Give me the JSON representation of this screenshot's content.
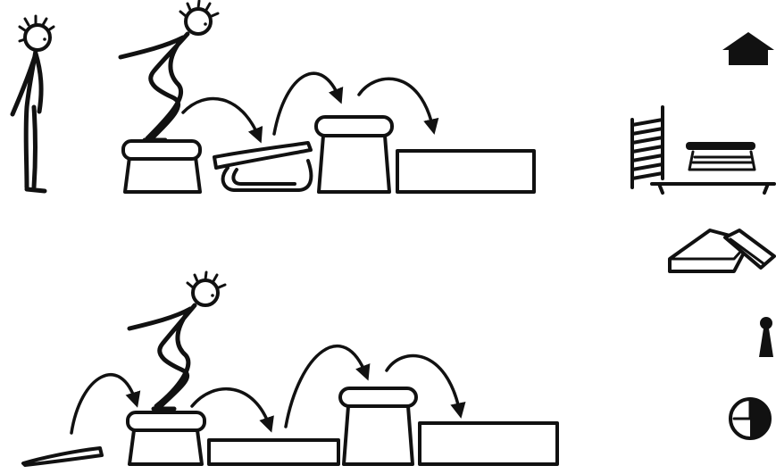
{
  "colors": {
    "ink": "#111111",
    "background": "#ffffff"
  },
  "icons": {
    "home": "home-icon",
    "gym_equipment": "gym-equipment-icon",
    "gym_mat": "gym-mat-icon",
    "person": "person-icon",
    "timer": "timer-icon"
  },
  "scenes": [
    {
      "name": "sequence-1",
      "items": [
        "standing-figure",
        "jumping-figure",
        "vaulting-box",
        "springboard",
        "vaulting-box",
        "landing-mat"
      ]
    },
    {
      "name": "sequence-2",
      "items": [
        "springboard",
        "jumping-figure",
        "vaulting-box",
        "low-mat",
        "vaulting-box",
        "landing-mat"
      ]
    }
  ]
}
